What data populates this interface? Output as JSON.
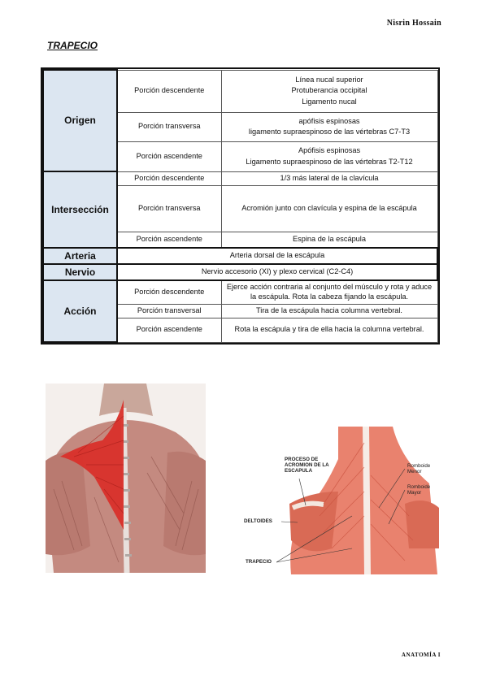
{
  "header": {
    "author": "Nisrin Hossain"
  },
  "title": "TRAPECIO",
  "table": {
    "origen": {
      "label": "Origen",
      "rows": [
        {
          "portion": "Porción descendente",
          "lines": [
            "Línea nucal superior",
            "Protuberancia occipital",
            "Ligamento nucal"
          ]
        },
        {
          "portion": "Porción transversa",
          "lines": [
            "apófisis espinosas",
            "ligamento supraespinoso de las vértebras C7-T3"
          ]
        },
        {
          "portion": "Porción ascendente",
          "lines": [
            "Apófisis espinosas",
            "Ligamento supraespinoso de las vértebras T2-T12"
          ]
        }
      ]
    },
    "insercion": {
      "label": "Intersección",
      "rows": [
        {
          "portion": "Porción descendente",
          "text": "1/3 más lateral de la clavícula"
        },
        {
          "portion": "Porción transversa",
          "text": "Acromión junto con clavícula y espina de la escápula"
        },
        {
          "portion": "Porción ascendente",
          "text": "Espina de la escápula"
        }
      ]
    },
    "arteria": {
      "label": "Arteria",
      "text": "Arteria dorsal de la escápula"
    },
    "nervio": {
      "label": "Nervio",
      "text": "Nervio accesorio (XI) y plexo cervical (C2-C4)"
    },
    "accion": {
      "label": "Acción",
      "rows": [
        {
          "portion": "Porción descendente",
          "text": "Ejerce acción contraria al conjunto del músculo y rota y aduce la escápula. Rota la cabeza fijando la escápula."
        },
        {
          "portion": "Porción transversal",
          "text": "Tira de la escápula hacia columna vertebral."
        },
        {
          "portion": "Porción ascendente",
          "text": "Rota la escápula y tira de ella hacia la columna vertebral."
        }
      ]
    }
  },
  "figure_right_labels": {
    "acromion": "PROCESO DE ACROMION DE LA ESCAPULA",
    "deltoides": "DELTOIDES",
    "trapecio": "TRAPECIO",
    "romboide_menor": "Romboide Menor",
    "romboide_mayor": "Romboide Mayor"
  },
  "footer": "ANATOMÍA I",
  "colors": {
    "header_fill": "#dce6f1",
    "muscle_red": "#d9302a"
  }
}
